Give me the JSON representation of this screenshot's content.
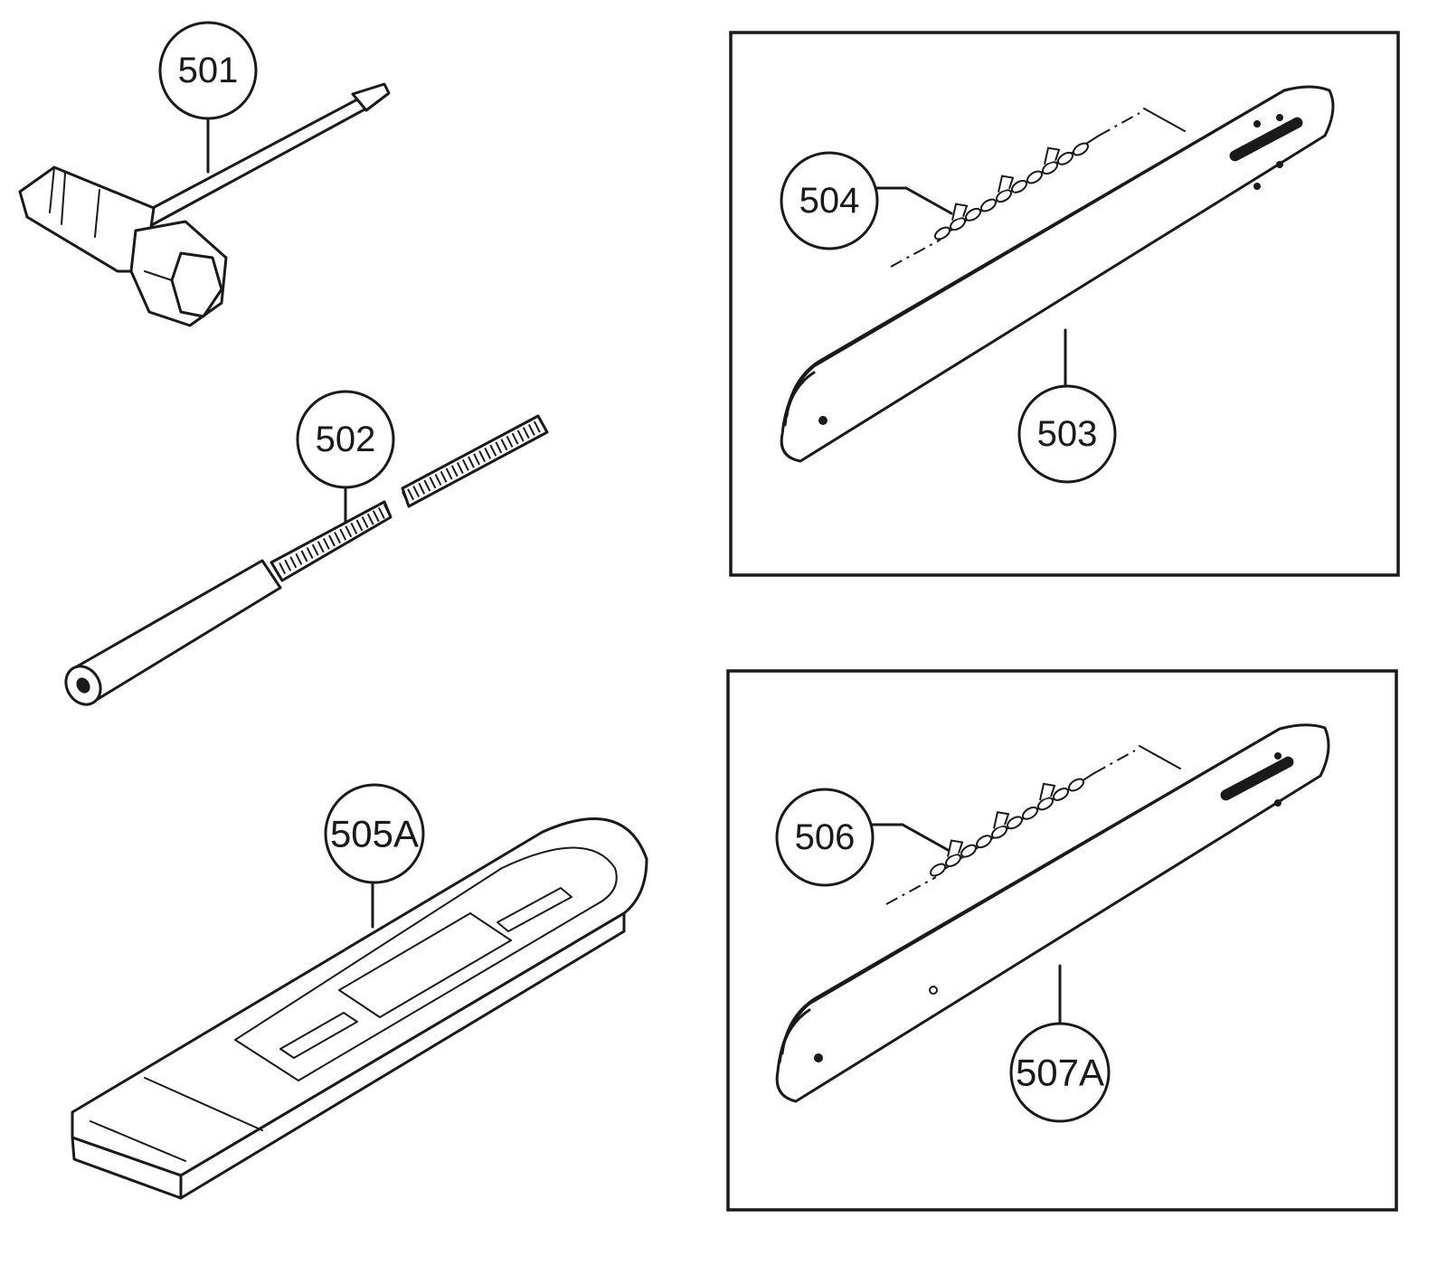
{
  "parts": {
    "p501": "501",
    "p502": "502",
    "p503": "503",
    "p504": "504",
    "p505": "505A",
    "p506": "506",
    "p507": "507A"
  }
}
